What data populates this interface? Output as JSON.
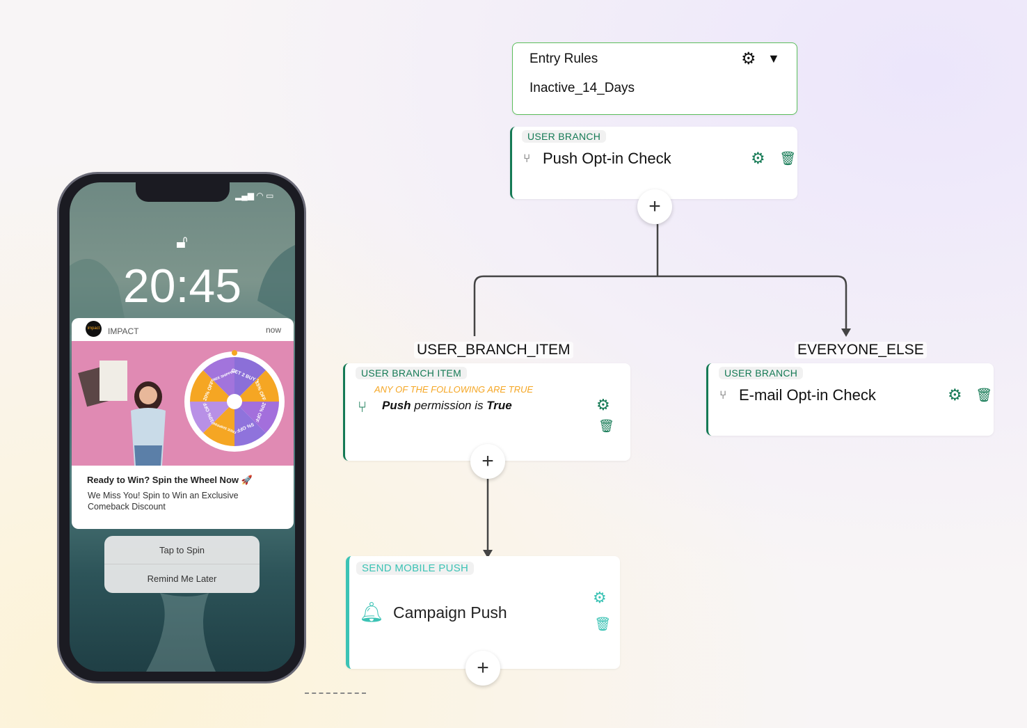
{
  "phone": {
    "time": "20:45",
    "notification": {
      "app": "IMPACT",
      "time": "now",
      "title": "Ready to Win? Spin the Wheel Now 🚀",
      "body": "We Miss You! Spin to Win an Exclusive Comeback Discount",
      "wheel_segments": [
        "GET 2 BUY 1",
        "15% OFF",
        "20% OFF",
        "5% OFF",
        "FREE SHIPPING",
        "10% OFF",
        "20% OFF",
        "FREE SHIPPING"
      ]
    },
    "actions": [
      "Tap to Spin",
      "Remind Me Later"
    ]
  },
  "flow": {
    "entry": {
      "title": "Entry Rules",
      "value": "Inactive_14_Days"
    },
    "push_check": {
      "tag": "USER BRANCH",
      "title": "Push Opt-in Check"
    },
    "branches": {
      "left": "USER_BRANCH_ITEM",
      "right": "EVERYONE_ELSE"
    },
    "branch_item": {
      "tag": "USER BRANCH ITEM",
      "condition_header": "ANY OF THE FOLLOWING ARE TRUE",
      "cond_a": "Push",
      "cond_b": " permission is ",
      "cond_c": "True"
    },
    "email_check": {
      "tag": "USER BRANCH",
      "title": "E-mail Opt-in Check"
    },
    "send_push": {
      "tag": "SEND MOBILE PUSH",
      "title": "Campaign Push"
    },
    "plus": "+"
  },
  "colors": {
    "green": "#157a55",
    "teal": "#3cc3b5",
    "orange": "#f5a623"
  }
}
